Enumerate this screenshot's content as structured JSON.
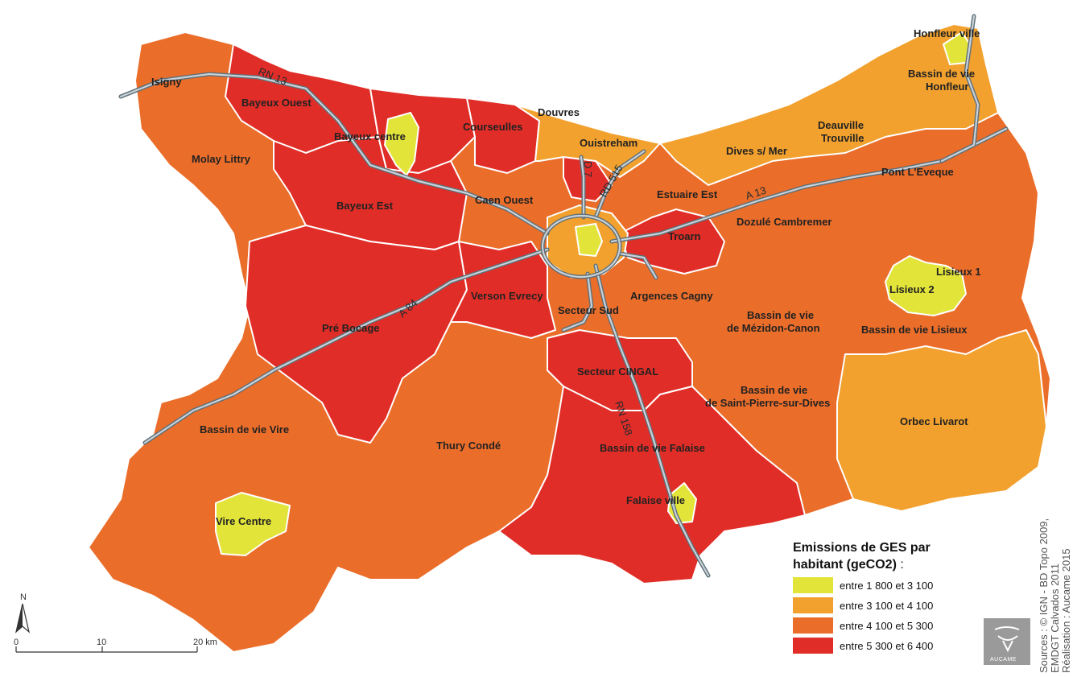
{
  "colors": {
    "c1": "#e3e43a",
    "c2": "#f2a12e",
    "c3": "#ea6d2a",
    "c4": "#e12d27",
    "road": "#5f6f78",
    "road_inner": "#c9d2d8",
    "border": "#ffffff"
  },
  "legend": {
    "title": "Emissions de GES par",
    "title_line2": "habitant (geCO2)",
    "title_suffix": " :",
    "items": [
      {
        "label": "entre 1 800 et 3 100",
        "color": "#e3e43a"
      },
      {
        "label": "entre 3 100 et 4 100",
        "color": "#f2a12e"
      },
      {
        "label": "entre 4 100 et 5 300",
        "color": "#ea6d2a"
      },
      {
        "label": "entre 5 300 et 6 400",
        "color": "#e12d27"
      }
    ]
  },
  "places": [
    {
      "name": "Isigny",
      "class": 3
    },
    {
      "name": "Bayeux Ouest",
      "class": 4
    },
    {
      "name": "Bayeux centre",
      "class": 1
    },
    {
      "name": "Courseulles",
      "class": 4
    },
    {
      "name": "Douvres",
      "class": 2
    },
    {
      "name": "Ouistreham",
      "class": 2
    },
    {
      "name": "Molay Littry",
      "class": 3
    },
    {
      "name": "Bayeux Est",
      "class": 4
    },
    {
      "name": "Caen Ouest",
      "class": 3
    },
    {
      "name": "Estuaire Est",
      "class": 3
    },
    {
      "name": "Honfleur ville",
      "class": 1
    },
    {
      "name": "Bassin de vie",
      "class": 2
    },
    {
      "name": "Honfleur",
      "class": 2
    },
    {
      "name": "Deauville",
      "class": 2
    },
    {
      "name": "Trouville",
      "class": 2
    },
    {
      "name": "Dives s/ Mer",
      "class": 2
    },
    {
      "name": "Pont L'Eveque",
      "class": 3
    },
    {
      "name": "Dozulé Cambremer",
      "class": 3
    },
    {
      "name": "Troarn",
      "class": 4
    },
    {
      "name": "Lisieux 1",
      "class": 1
    },
    {
      "name": "Lisieux 2",
      "class": 1
    },
    {
      "name": "Verson Evrecy",
      "class": 4
    },
    {
      "name": "Secteur Sud",
      "class": 3
    },
    {
      "name": "Argences Cagny",
      "class": 3
    },
    {
      "name": "Bassin de vie",
      "class": 3
    },
    {
      "name": "de Mézidon-Canon",
      "class": 3
    },
    {
      "name": "Bassin de vie Lisieux",
      "class": 3
    },
    {
      "name": "Pré Bocage",
      "class": 4
    },
    {
      "name": "Secteur CINGAL",
      "class": 4
    },
    {
      "name": "Bassin de vie",
      "class": 3
    },
    {
      "name": "de Saint-Pierre-sur-Dives",
      "class": 3
    },
    {
      "name": "Orbec Livarot",
      "class": 2
    },
    {
      "name": "Bassin de vie Vire",
      "class": 3
    },
    {
      "name": "Thury Condé",
      "class": 3
    },
    {
      "name": "Bassin de vie Falaise",
      "class": 4
    },
    {
      "name": "Falaise ville",
      "class": 1
    },
    {
      "name": "Vire Centre",
      "class": 1
    }
  ],
  "roads": [
    "RN 13",
    "A 13",
    "RD 515",
    "D 7",
    "A 84",
    "RN 158"
  ],
  "scale": {
    "ticks": [
      "0",
      "10",
      "20 km"
    ]
  },
  "north_label": "N",
  "sources": [
    "Sources : © IGN - BD Topo 2009,",
    "EMDGT Calvados 2011",
    "Réalisation : Aucame 2015"
  ],
  "logo_text": "AUCAME"
}
